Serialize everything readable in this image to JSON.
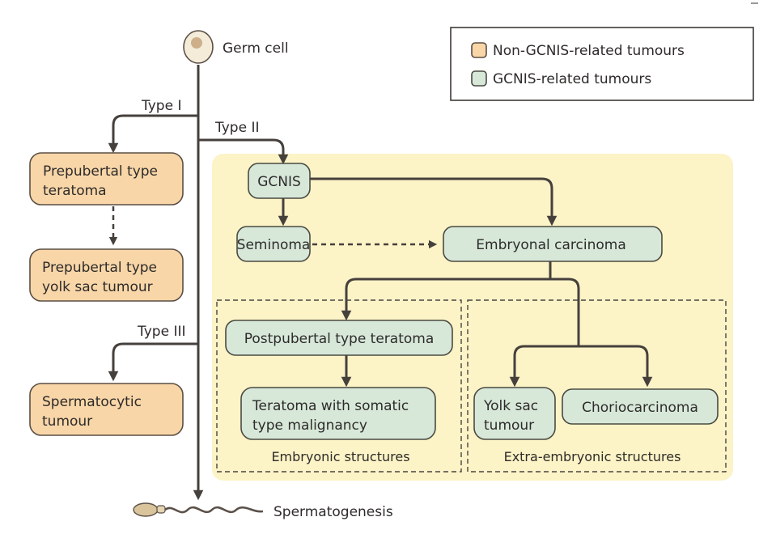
{
  "colors": {
    "non_gcnis_fill": "#f8d6a8",
    "gcnis_fill": "#d7e8d9",
    "region_bg": "#fcf3c6",
    "line": "#46403d"
  },
  "legend": {
    "items": [
      {
        "label": "Non-GCNIS-related tumours",
        "swatch": "orange"
      },
      {
        "label": "GCNIS-related tumours",
        "swatch": "green"
      }
    ]
  },
  "origin": {
    "label": "Germ cell",
    "icon": "germ-cell-icon"
  },
  "end": {
    "label": "Spermatogenesis",
    "icon": "sperm-icon"
  },
  "branches": {
    "type1": "Type I",
    "type2": "Type II",
    "type3": "Type III"
  },
  "nodes": {
    "prepubertal_teratoma": [
      "Prepubertal type",
      "teratoma"
    ],
    "prepubertal_yolk_sac": [
      "Prepubertal type",
      "yolk sac tumour"
    ],
    "spermatocytic": [
      "Spermatocytic",
      "tumour"
    ],
    "gcnis": "GCNIS",
    "seminoma": "Seminoma",
    "embryonal_carcinoma": "Embryonal carcinoma",
    "postpubertal_teratoma": "Postpubertal type teratoma",
    "teratoma_somatic": [
      "Teratoma with somatic",
      "type malignancy"
    ],
    "yolk_sac": [
      "Yolk sac",
      "tumour"
    ],
    "choriocarcinoma": "Choriocarcinoma"
  },
  "groups": {
    "embryonic": "Embryonic structures",
    "extra_embryonic": "Extra-embryonic structures"
  }
}
